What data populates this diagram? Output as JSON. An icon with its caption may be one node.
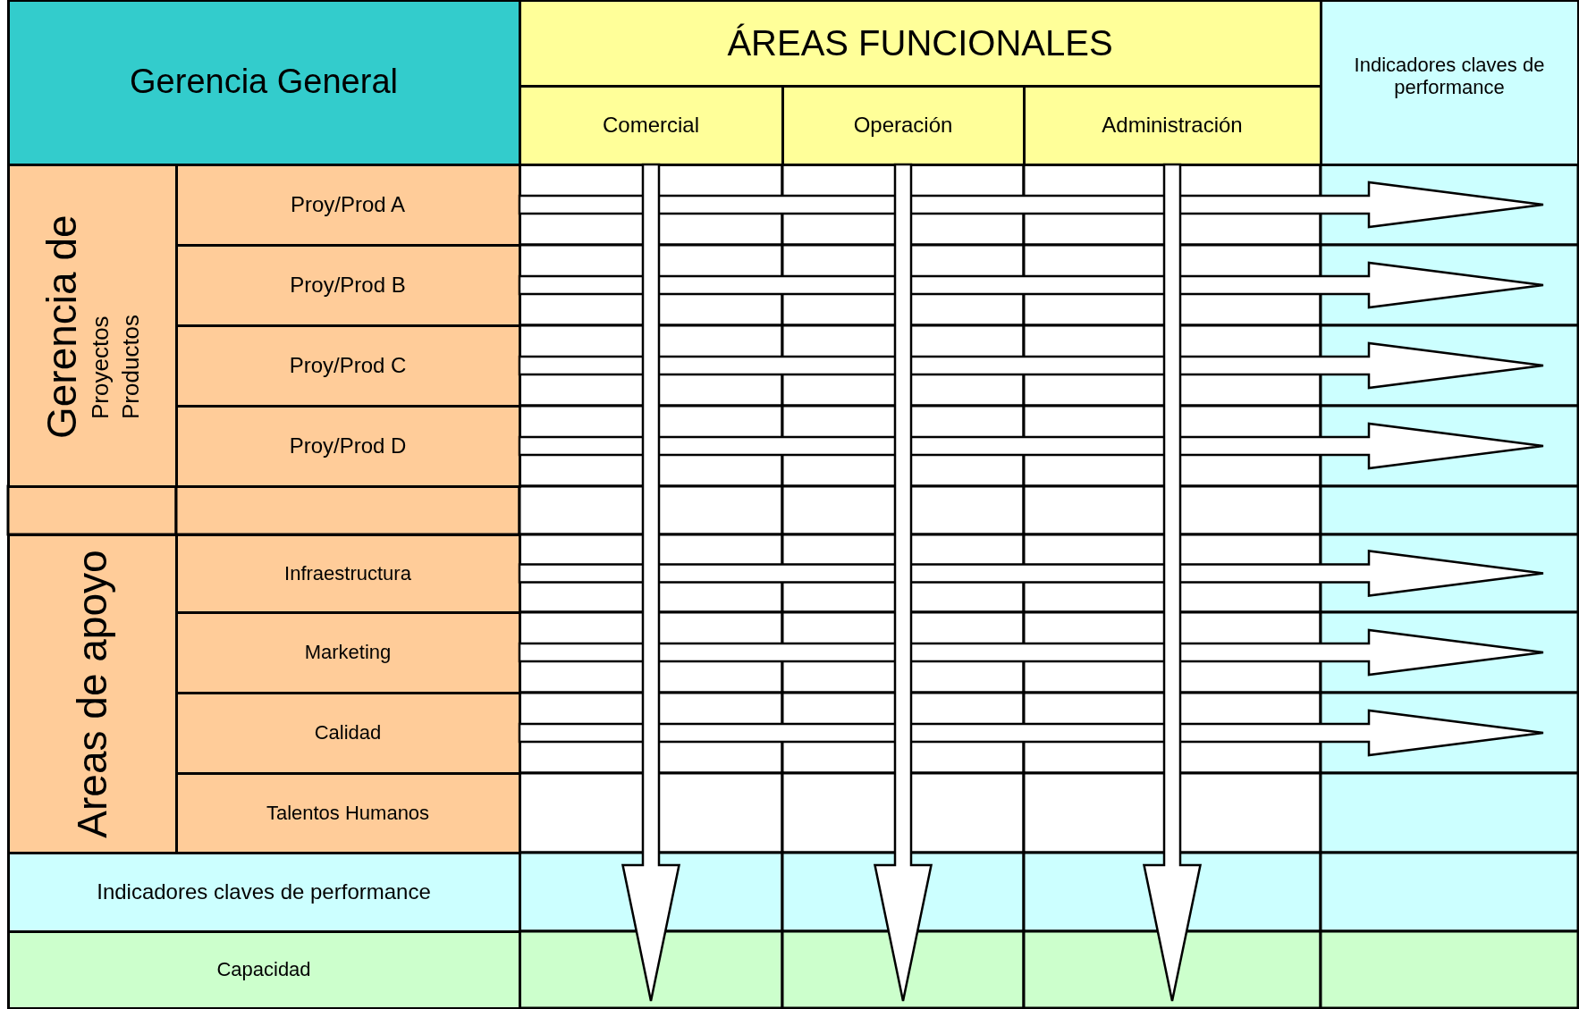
{
  "diagram": {
    "nodes": [
      {
        "text": [
          "Gerencia General"
        ]
      },
      {
        "text": [
          "ÁREAS FUNCIONALES"
        ]
      },
      {
        "text": [
          "Comercial"
        ]
      },
      {
        "text": [
          "Operación"
        ]
      },
      {
        "text": [
          "Administración"
        ]
      },
      {
        "text": [
          "Indicadores claves de performance"
        ]
      },
      {
        "text": [
          "Gerencia de",
          "Proyectos Productos"
        ]
      },
      {
        "text": [
          "Proy/Prod A"
        ]
      },
      {
        "text": [
          "Proy/Prod B"
        ]
      },
      {
        "text": [
          "Proy/Prod C"
        ]
      },
      {
        "text": [
          "Proy/Prod D"
        ]
      },
      {
        "text": [
          "Areas de apoyo"
        ]
      },
      {
        "text": [
          "Infraestructura"
        ]
      },
      {
        "text": [
          "Marketing"
        ]
      },
      {
        "text": [
          "Calidad"
        ]
      },
      {
        "text": [
          "Talentos Humanos"
        ]
      },
      {
        "text": [
          "Indicadores claves de performance"
        ]
      },
      {
        "text": [
          "Capacidad"
        ]
      }
    ],
    "edges": [
      {
        "from": 2,
        "to": null,
        "arrow": "to"
      },
      {
        "from": 3,
        "to": null,
        "arrow": "to"
      },
      {
        "from": 4,
        "to": null,
        "arrow": "to"
      },
      {
        "from": 7,
        "to": null,
        "arrow": "to"
      },
      {
        "from": 8,
        "to": null,
        "arrow": "to"
      },
      {
        "from": 9,
        "to": null,
        "arrow": "to"
      },
      {
        "from": 10,
        "to": null,
        "arrow": "to"
      },
      {
        "from": 12,
        "to": null,
        "arrow": "to"
      },
      {
        "from": 13,
        "to": null,
        "arrow": "to"
      },
      {
        "from": 14,
        "to": null,
        "arrow": "to"
      }
    ]
  }
}
